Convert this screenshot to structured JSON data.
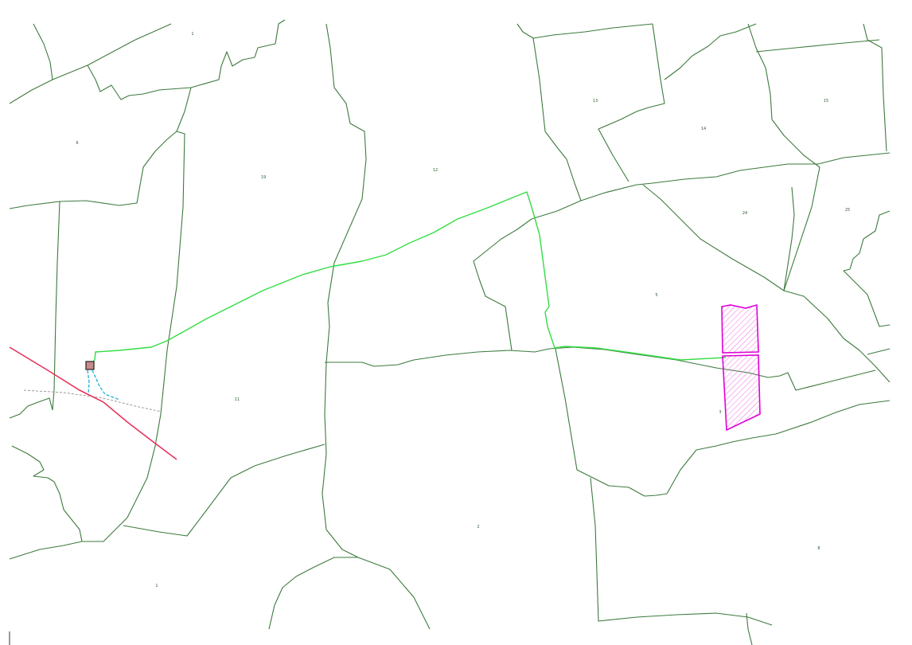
{
  "colors": {
    "background": "#ffffff",
    "parcel_boundary": "#3d7a3d",
    "parcel_label": "#2f5e2f",
    "cable_route": "#33dd44",
    "red_line": "#e8325a",
    "access_dashed": "#2bb3d8",
    "grey_dashed": "#9a9a9a",
    "site_polygon_stroke": "#e000d8",
    "site_polygon_hatch": "#f070e8",
    "substation_fill": "#c98a8a",
    "substation_stroke": "#222222"
  },
  "parcel_labels": [
    "1",
    "6",
    "19",
    "12",
    "13",
    "14",
    "15",
    "24",
    "25",
    "5",
    "11",
    "3",
    "2",
    "8",
    "1"
  ],
  "legend": {}
}
